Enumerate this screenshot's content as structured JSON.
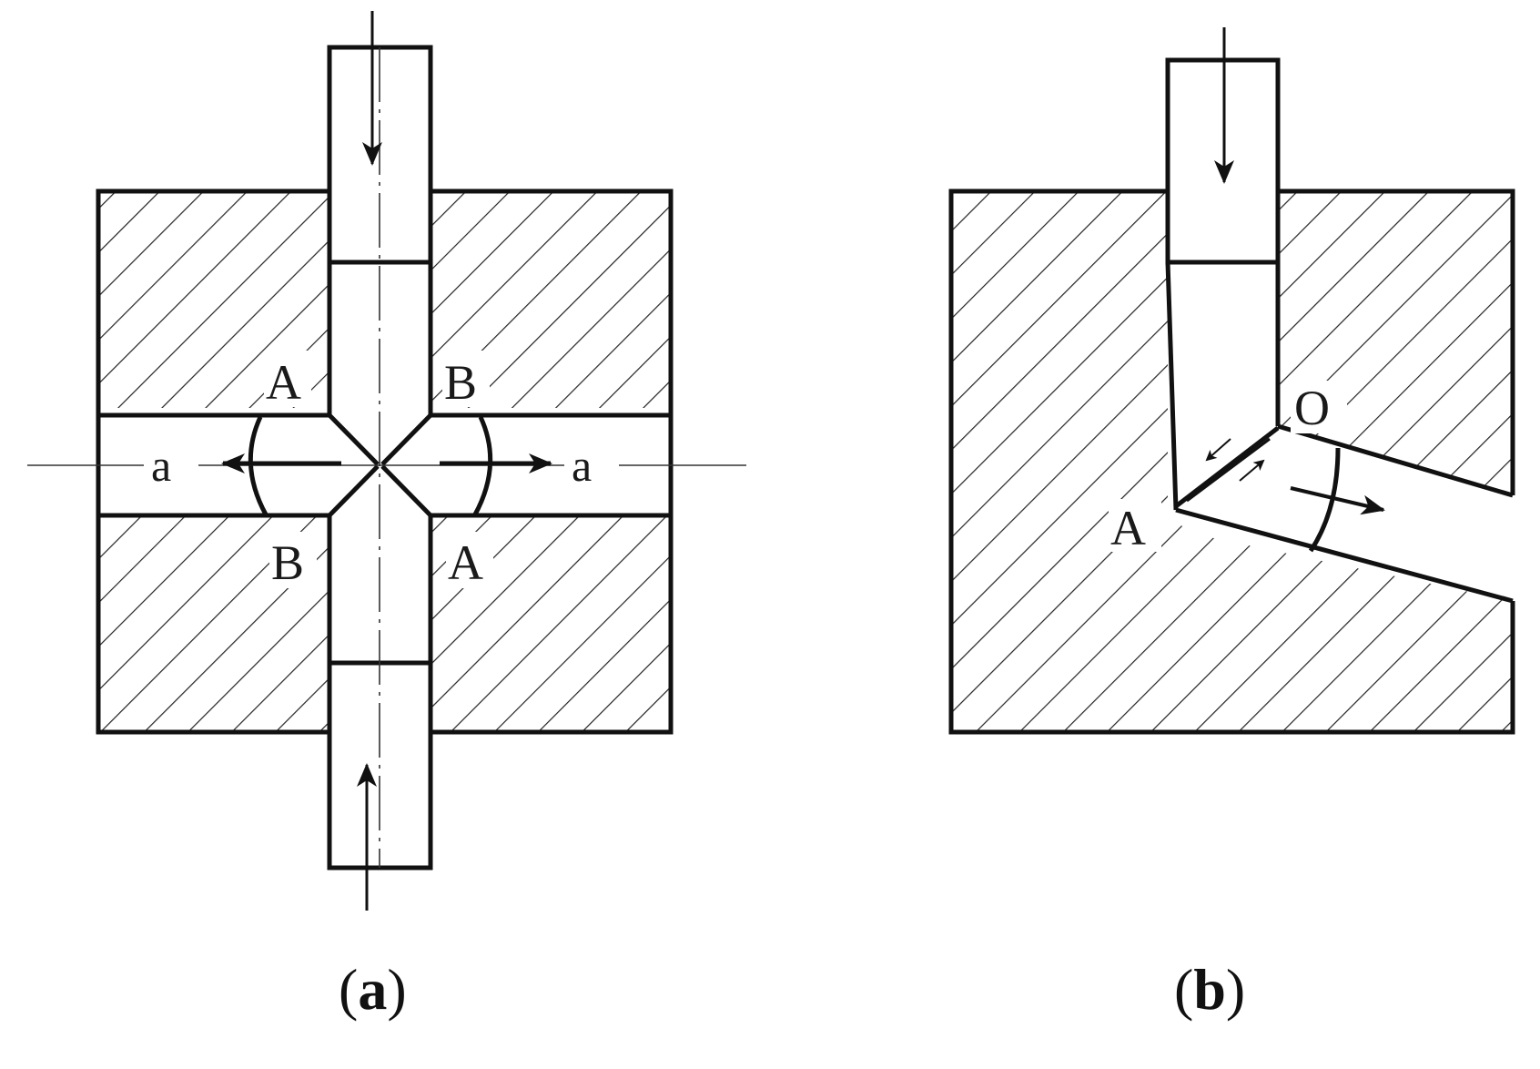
{
  "diagram_a": {
    "labels": {
      "upper_left_corner": "A",
      "upper_right_corner": "B",
      "lower_left_corner": "B",
      "lower_right_corner": "A",
      "left_section": "a",
      "right_section": "a"
    },
    "caption": {
      "open": "(",
      "letter": "a",
      "close": ")"
    }
  },
  "diagram_b": {
    "labels": {
      "corner_inner": "O",
      "corner_outer": "A"
    },
    "caption": {
      "open": "(",
      "letter": "b",
      "close": ")"
    }
  },
  "colors": {
    "ink": "#111111",
    "background": "#ffffff"
  }
}
